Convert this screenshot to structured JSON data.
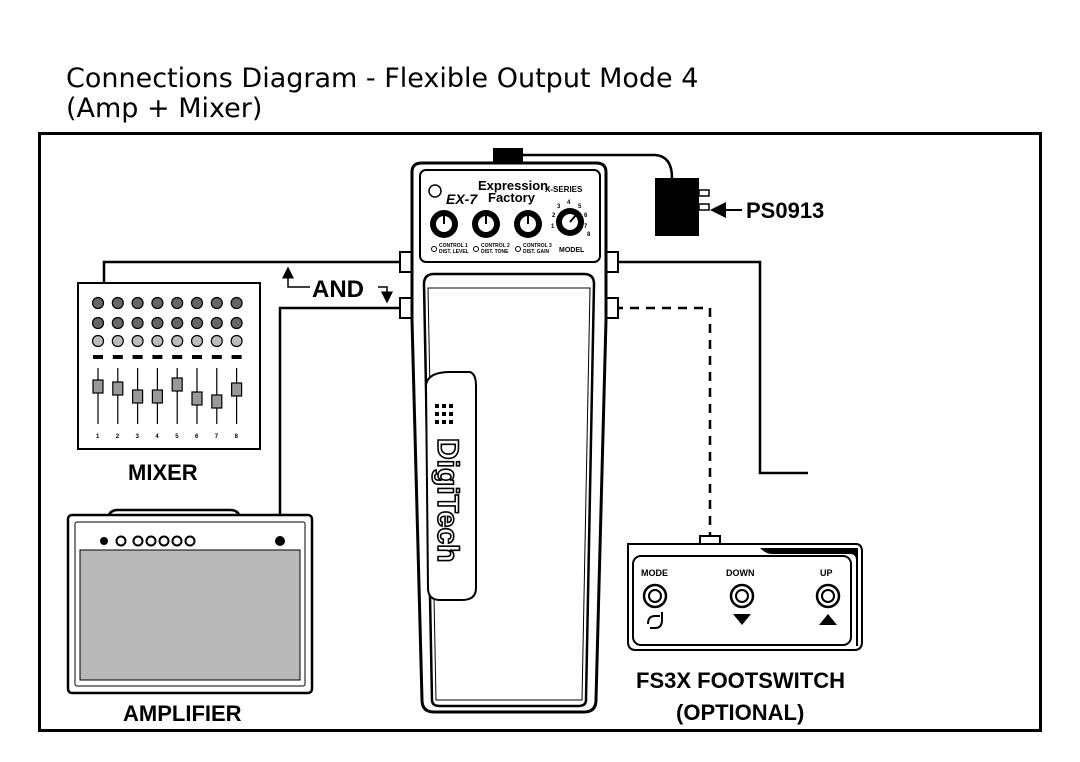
{
  "title_line1": "Connections Diagram - Flexible Output Mode 4",
  "title_line2": "(Amp + Mixer)",
  "labels": {
    "power_supply": "PS0913",
    "and": "AND",
    "mixer": "MIXER",
    "amplifier": "AMPLIFIER",
    "footswitch_line1": "FS3X FOOTSWITCH",
    "footswitch_line2": "(OPTIONAL)"
  },
  "pedal": {
    "brand": "DigiTech",
    "product_line1": "Expression",
    "product_line2": "Factory",
    "model_code": "EX-7",
    "series": "X-SERIES",
    "knob1_label1": "CONTROL 1",
    "knob1_label2": "DIST. LEVEL",
    "knob2_label1": "CONTROL 2",
    "knob2_label2": "DIST. TONE",
    "knob3_label1": "CONTROL 3",
    "knob3_label2": "DIST. GAIN",
    "model_label": "MODEL",
    "model_numbers": [
      "1",
      "2",
      "3",
      "4",
      "5",
      "6",
      "7",
      "8"
    ]
  },
  "footswitch": {
    "mode": "MODE",
    "down": "DOWN",
    "up": "UP"
  },
  "mixer_channels": [
    "1",
    "2",
    "3",
    "4",
    "5",
    "6",
    "7",
    "8"
  ]
}
